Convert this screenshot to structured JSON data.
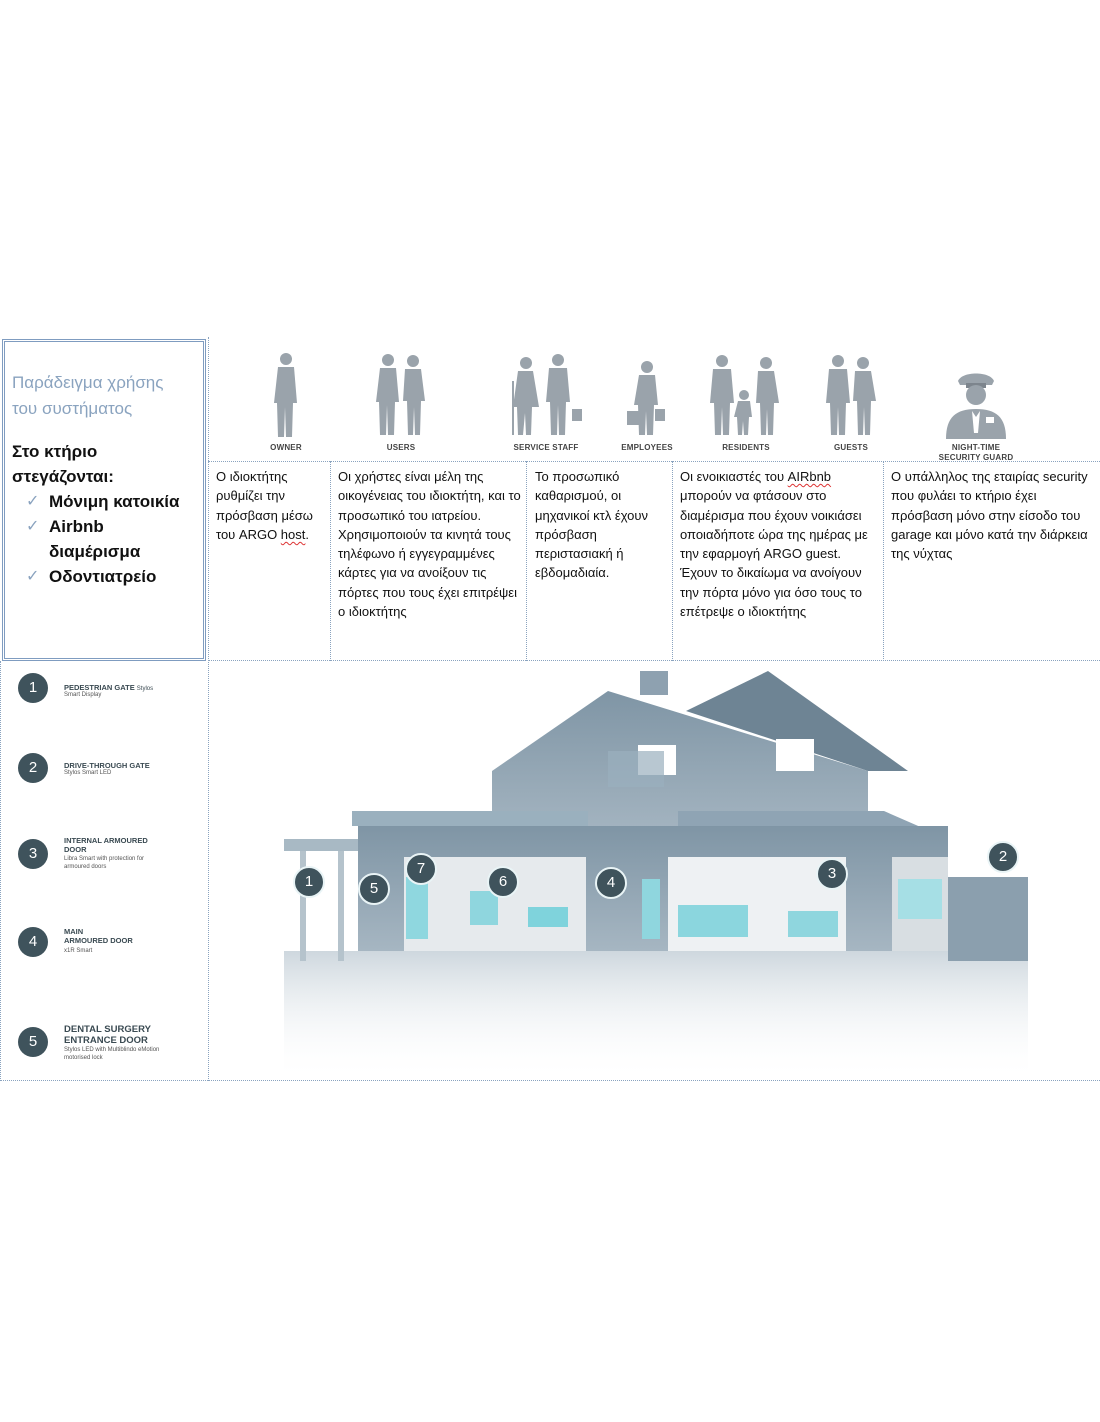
{
  "title_box": {
    "heading_line1": "Παράδειγμα χρήσης",
    "heading_line2": "του συστήματος",
    "intro_line1": "Στο κτήριο",
    "intro_line2": "στεγάζονται:",
    "items": [
      "Μόνιμη κατοικία",
      "Airbnb διαμέρισμα",
      "Οδοντιατρείο"
    ],
    "check_glyph": "✓"
  },
  "roles": [
    {
      "label": "OWNER",
      "icon": "owner-silhouette-icon"
    },
    {
      "label": "USERS",
      "icon": "users-silhouette-icon"
    },
    {
      "label": "SERVICE STAFF",
      "icon": "service-staff-silhouette-icon"
    },
    {
      "label": "EMPLOYEES",
      "icon": "employee-silhouette-icon"
    },
    {
      "label": "RESIDENTS",
      "icon": "residents-family-silhouette-icon"
    },
    {
      "label": "GUESTS",
      "icon": "guests-silhouette-icon"
    },
    {
      "label_line1": "NIGHT-TIME",
      "label_line2": "SECURITY GUARD",
      "icon": "security-guard-icon"
    }
  ],
  "descriptions": {
    "owner": {
      "pre": "Ο ιδιοκτήτης ρυθμίζει την πρόσβαση μέσω του ARGO ",
      "marked": "host",
      "post": "."
    },
    "users": "Οι χρήστες είναι μέλη της οικογένειας του ιδιοκτήτη, και το προσωπικό του ιατρείου. Χρησιμοποιούν τα κινητά τους τηλέφωνο ή εγγεγραμμένες κάρτες για να ανοίξουν τις πόρτες που τους έχει επιτρέψει ο ιδιοκτήτης",
    "staff": "Το προσωπικό καθαρισμού, οι μηχανικοί κτλ έχουν πρόσβαση περιστασιακή ή εβδομαδιαία.",
    "residents": {
      "pre": "Οι ενοικιαστές του ",
      "marked": "AIRbnb",
      "post": " μπορούν να φτάσουν στο διαμέρισμα που έχουν νοικιάσει οποιαδήποτε ώρα της ημέρας με την εφαρμογή ARGO guest. Έχουν το δικαίωμα να ανοίγουν την πόρτα μόνο για όσο τους το επέτρεψε ο ιδιοκτήτης"
    },
    "guard": "Ο υπάλληλος της εταιρίας security που φυλάει το κτήριο έχει πρόσβαση μόνο στην είσοδο του garage και μόνο κατά την διάρκεια της νύχτας"
  },
  "doors": [
    {
      "num": "1",
      "title_line1": "PEDESTRIAN GATE",
      "title_suffix": "Stylos",
      "sub_line1": "Smart Display"
    },
    {
      "num": "2",
      "title_line1": "DRIVE-THROUGH GATE",
      "sub_line1": "Stylos Smart LED"
    },
    {
      "num": "3",
      "title_line1": "INTERNAL ARMOURED",
      "title_line2": "DOOR",
      "sub_line1": "Libra Smart with protection for",
      "sub_line2": "armoured doors"
    },
    {
      "num": "4",
      "title_line1": "MAIN",
      "title_line2": "ARMOURED DOOR",
      "sub_line1": "x1R Smart"
    },
    {
      "num": "5",
      "title_line1": "DENTAL SURGERY",
      "title_line2": "ENTRANCE DOOR",
      "sub_line1": "Stylos LED with Multiblindo eMotion",
      "sub_line2": "motorised lock"
    }
  ],
  "house_badges": [
    "1",
    "5",
    "7",
    "6",
    "4",
    "3",
    "2"
  ],
  "colors": {
    "accent_blue": "#8aa3bf",
    "badge": "#3f535c",
    "house": "#8fa4b4",
    "cyan": "#7fd3dc"
  }
}
